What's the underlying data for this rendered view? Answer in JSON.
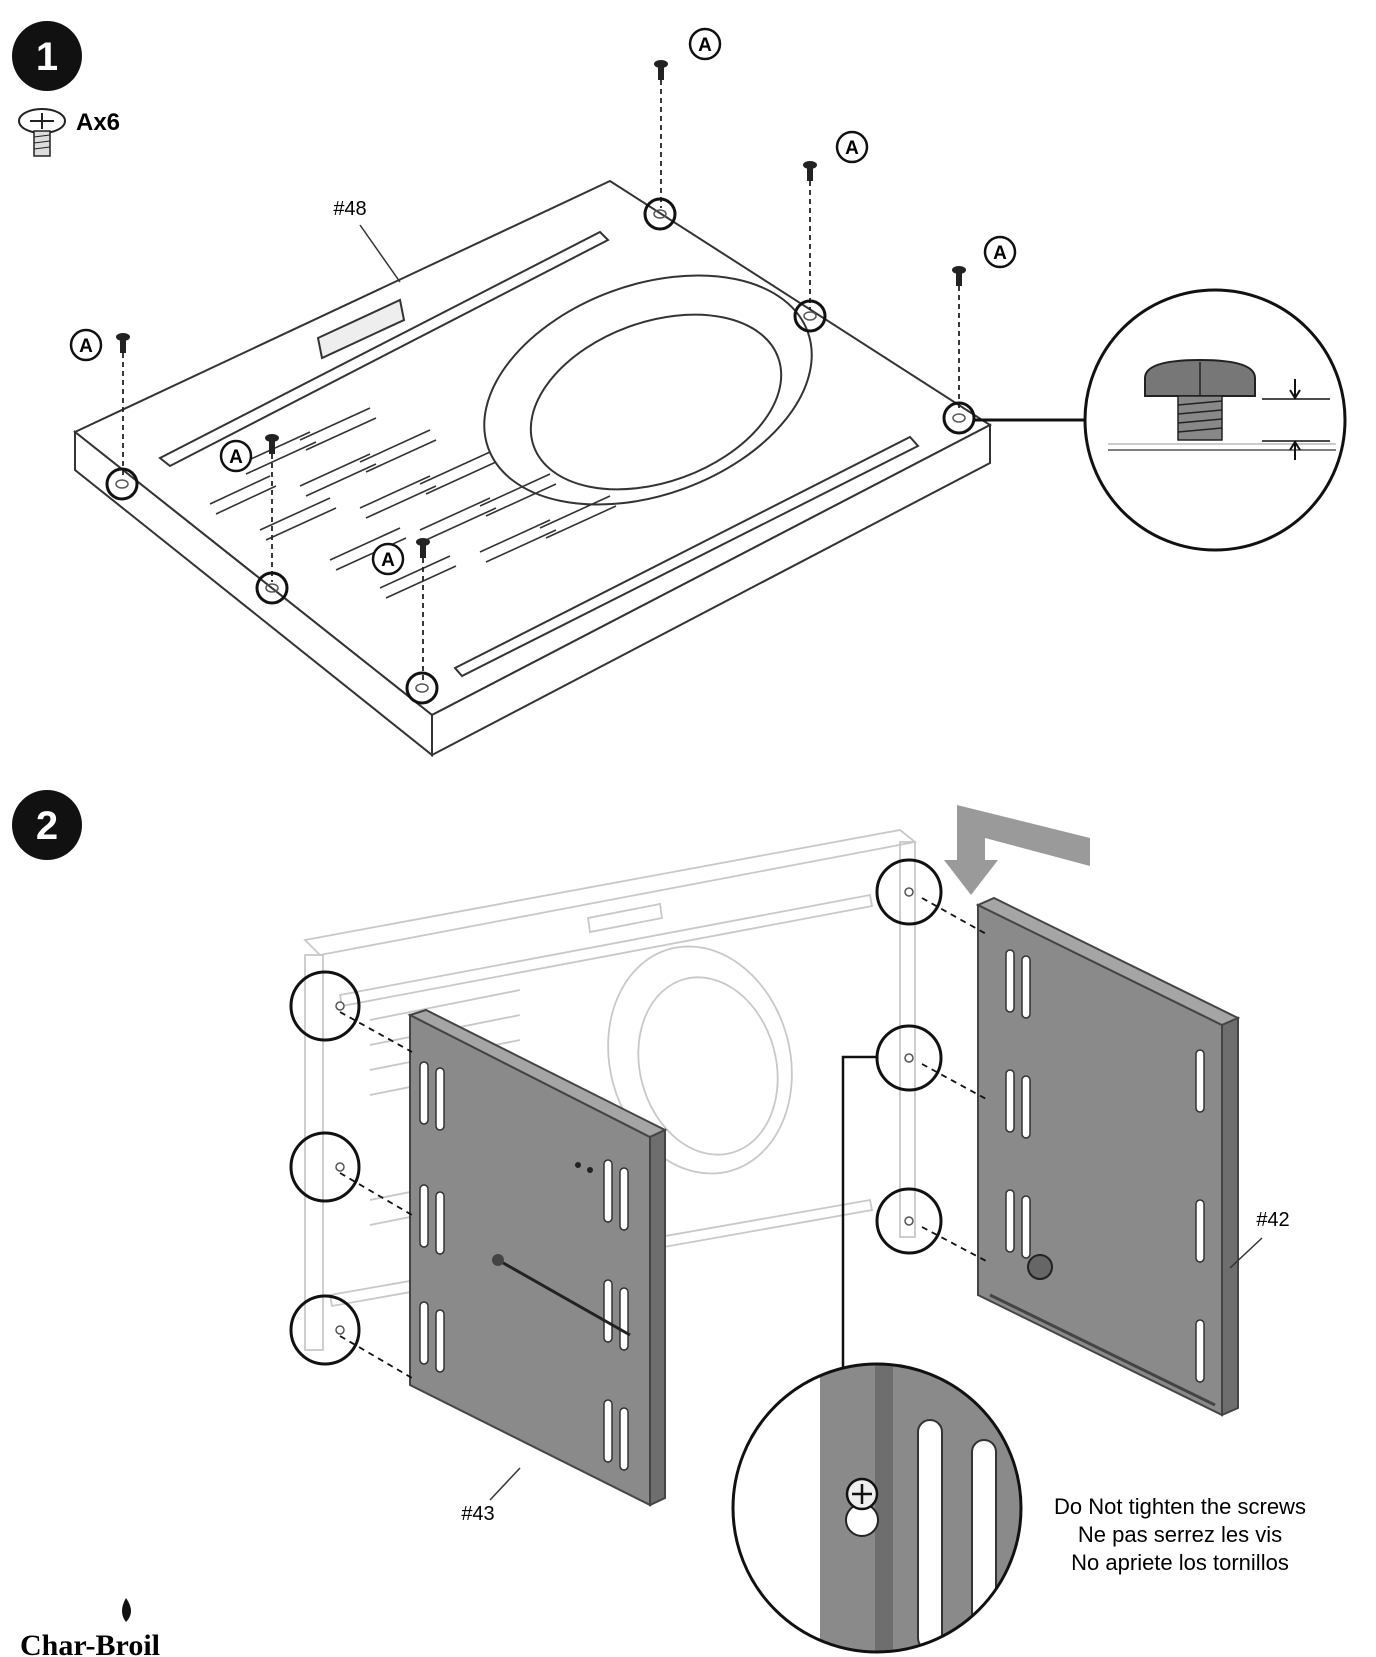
{
  "steps": [
    {
      "number": "1",
      "screw_count_label": "Ax6",
      "part_label": "#48",
      "screw_label": "A"
    },
    {
      "number": "2",
      "part_label_left": "#43",
      "part_label_right": "#42"
    }
  ],
  "note": {
    "line_en": "Do Not tighten the screws",
    "line_fr": "Ne pas serrez les vis",
    "line_es": "No apriete los tornillos"
  },
  "brand": {
    "logo_text": "Char-Broil"
  },
  "colors": {
    "panel": "#8a8a8a",
    "panel_edge": "#555555",
    "line": "#333333",
    "ghost": "#c8c8c8",
    "arrow": "#9a9a9a"
  }
}
